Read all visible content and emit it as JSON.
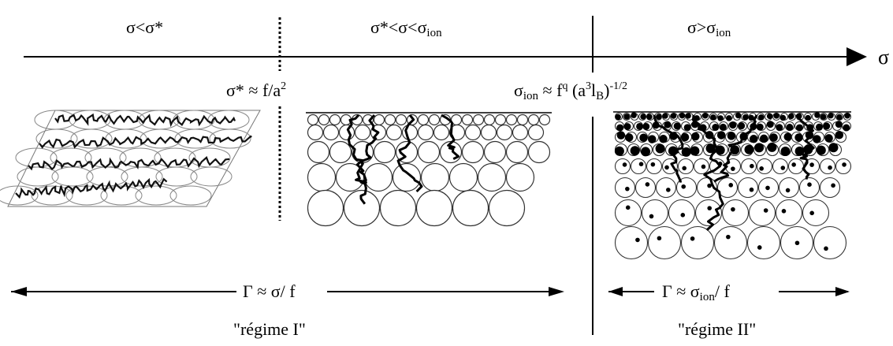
{
  "regimes": {
    "low_sigma": {
      "sym_sigma": "σ",
      "op": "<",
      "sym_star": "σ*"
    },
    "mid_sigma": {
      "sym_star": "σ*",
      "op1": "<",
      "sym_sigma": "σ",
      "op2": "<",
      "sym_sigma_b": "σ",
      "sub": "ion"
    },
    "high_sigma": {
      "sym_sigma": "σ",
      "op": ">",
      "sym_sigma_b": "σ",
      "sub": "ion"
    }
  },
  "axis": {
    "label": "σ"
  },
  "thresholds": {
    "sigma_star": {
      "lhs": "σ*",
      "approx": "≈",
      "rhs": "f/a",
      "sup": "2"
    },
    "sigma_ion": {
      "lhs": "σ",
      "lhs_sub": "ion",
      "approx": "≈",
      "f": "f",
      "f_sup": "q",
      "paren_open": "(a",
      "a_sup": "3",
      "lb": "l",
      "lb_sub": "B",
      "paren_close": ")",
      "exp": "-1/2"
    }
  },
  "gamma": {
    "regime1": {
      "lhs": "Γ",
      "approx": "≈",
      "rhs": "σ/ f"
    },
    "regime2": {
      "lhs": "Γ",
      "approx": "≈",
      "sigma": "σ",
      "sub": "ion",
      "rhs": "/ f"
    }
  },
  "regime_names": {
    "regime1": "\"régime I\"",
    "regime2": "\"régime II\""
  },
  "colors": {
    "ink": "#000000",
    "panel_line": "#555555",
    "background": "#ffffff"
  }
}
